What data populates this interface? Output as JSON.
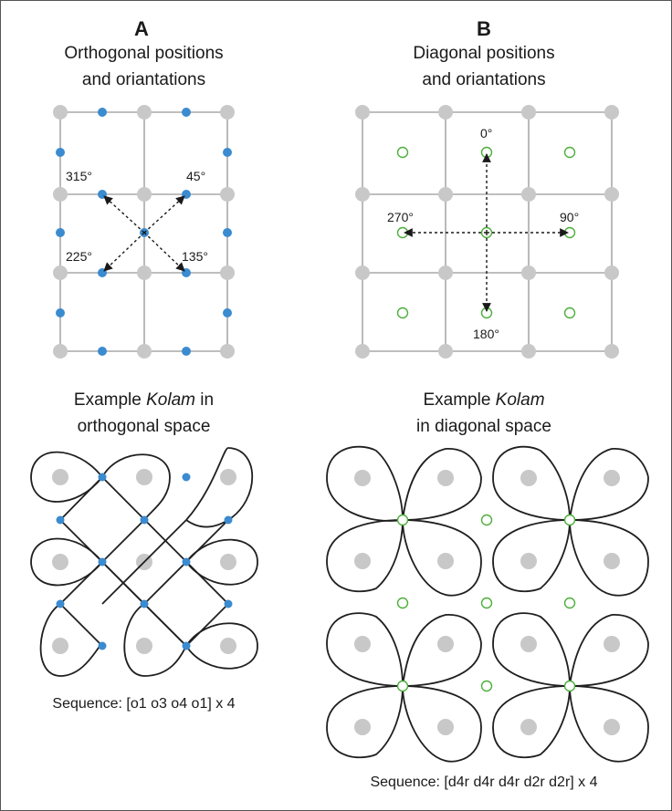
{
  "panels": [
    {
      "letter": "A",
      "title_line1": "Orthogonal positions",
      "title_line2": "and oriantations",
      "angles": [
        "315°",
        "45°",
        "225°",
        "135°"
      ],
      "example_prefix": "Example ",
      "example_italic": "Kolam",
      "example_suffix": " in",
      "example_line2": "orthogonal space",
      "sequence": "Sequence:  [o1 o3 o4 o1] x 4"
    },
    {
      "letter": "B",
      "title_line1": "Diagonal positions",
      "title_line2": "and oriantations",
      "angles": [
        "0°",
        "270°",
        "90°",
        "180°"
      ],
      "example_prefix": "Example ",
      "example_italic": "Kolam",
      "example_suffix": "",
      "example_line2": "in diagonal space",
      "sequence": "Sequence:  [d4r d4r d4r d2r d2r] x 4"
    }
  ],
  "colors": {
    "grid_dot": "#c8c8c8",
    "grid_line": "#a8a8a8",
    "orthogonal_dot": "#3b8bd0",
    "diagonal_ring": "#4caf3a",
    "curve": "#1f1f1f"
  }
}
